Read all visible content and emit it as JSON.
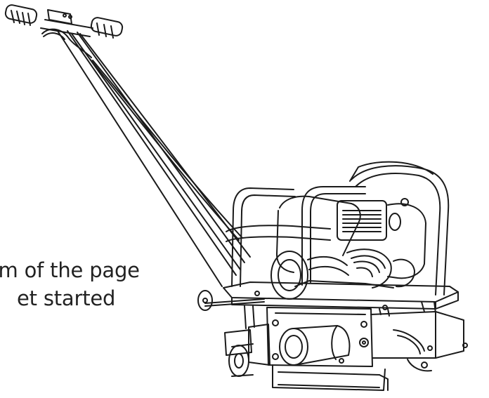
{
  "overlay_text": {
    "line1": "om of the page",
    "line2": "et started"
  },
  "illustration": {
    "subject": "plate-compactor",
    "line_color": "#1a1a1a",
    "background_color": "#ffffff"
  }
}
